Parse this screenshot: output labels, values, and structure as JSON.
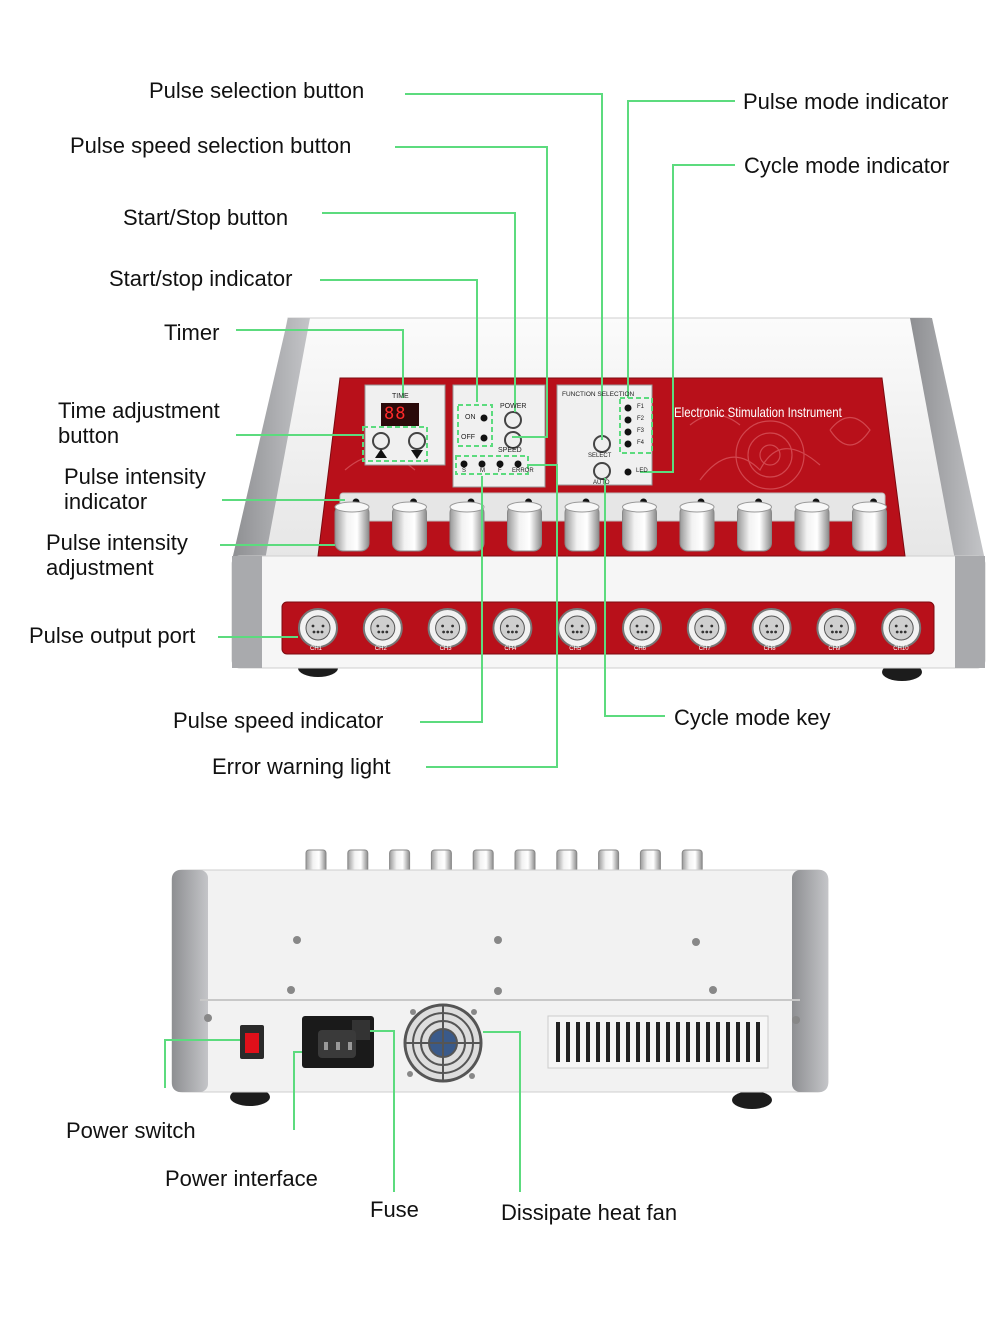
{
  "front_labels": {
    "pulse_selection_button": "Pulse selection button",
    "pulse_speed_selection_button": "Pulse speed selection button",
    "start_stop_button": "Start/Stop button",
    "start_stop_indicator": "Start/stop indicator",
    "timer": "Timer",
    "time_adjustment_button": [
      "Time adjustment",
      "button"
    ],
    "pulse_intensity_indicator": [
      "Pulse intensity",
      "indicator"
    ],
    "pulse_intensity_adjustment": [
      "Pulse intensity",
      "adjustment"
    ],
    "pulse_output_port": "Pulse output port",
    "pulse_speed_indicator": "Pulse speed indicator",
    "error_warning_light": "Error warning light",
    "pulse_mode_indicator": "Pulse mode indicator",
    "cycle_mode_indicator": "Cycle mode indicator",
    "cycle_mode_key": "Cycle mode key"
  },
  "back_labels": {
    "power_switch": "Power switch",
    "power_interface": "Power interface",
    "fuse": "Fuse",
    "dissipate_heat_fan": "Dissipate heat fan"
  },
  "panel": {
    "brand": "Electronic Stimulation Instrument",
    "time": "TIME",
    "timer_display": "88",
    "on": "ON",
    "off": "OFF",
    "power": "POWER",
    "speed": "SPEED",
    "speed_levels": [
      "S",
      "M",
      "F"
    ],
    "error": "ERROR",
    "function_selection": "FUNCTION SELECTION",
    "modes": [
      "F1",
      "F2",
      "F3",
      "F4"
    ],
    "select": "SELECT",
    "auto": "AUTO",
    "led": "LED",
    "channels": [
      "CH1",
      "CH2",
      "CH3",
      "CH4",
      "CH5",
      "CH6",
      "CH7",
      "CH8",
      "CH9",
      "CH10"
    ]
  },
  "colors": {
    "callout": "#5cdb7e",
    "panel_red": "#b8101a",
    "body_white": "#f4f4f4",
    "body_gray": "#a9aaad"
  }
}
